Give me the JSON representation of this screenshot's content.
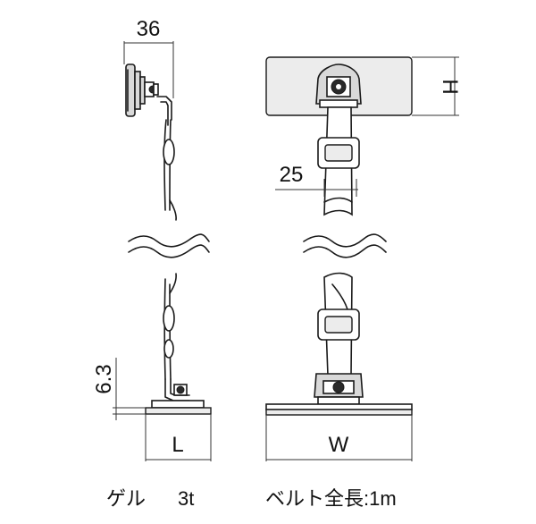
{
  "dimensions": {
    "side_width": "36",
    "bottom_thickness": "6.3",
    "base_length": "L",
    "belt_width": "25",
    "plate_height": "H",
    "base_width": "W"
  },
  "captions": {
    "gel": "ゲル",
    "gel_thickness": "3t",
    "belt_length": "ベルト全長:1m"
  }
}
